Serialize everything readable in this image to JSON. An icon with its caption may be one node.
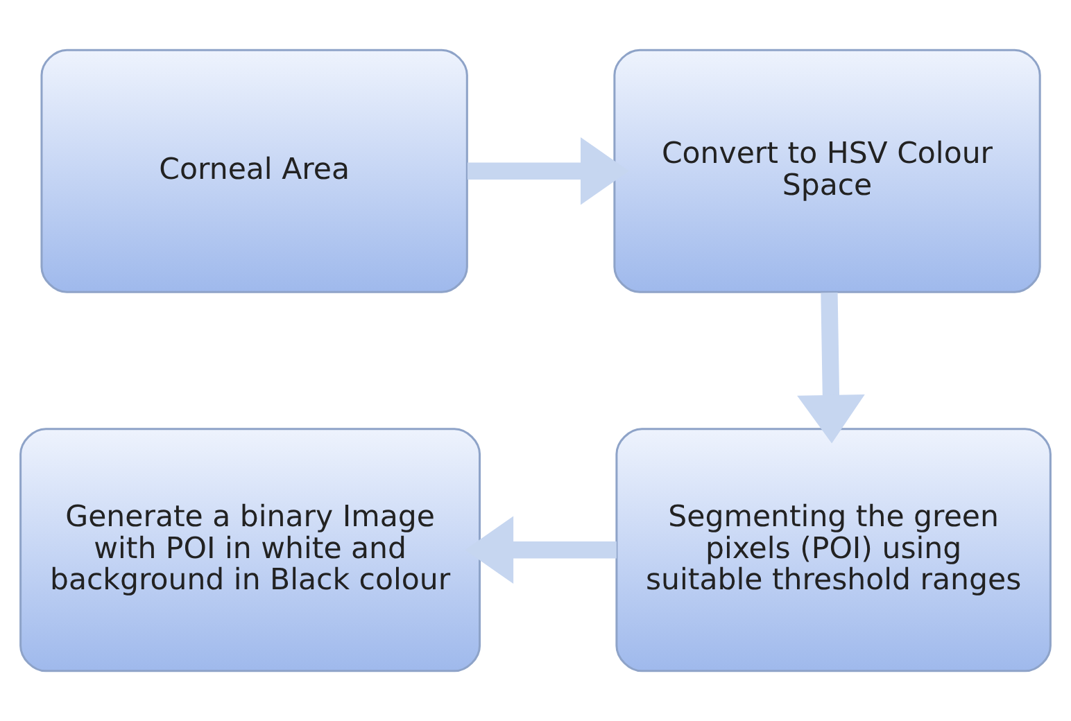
{
  "diagram": {
    "nodes": [
      {
        "text": [
          "Corneal Area"
        ]
      },
      {
        "text": [
          "Convert to HSV Colour Space"
        ]
      },
      {
        "text": [
          "Segmenting the green pixels (POI) using suitable threshold ranges"
        ]
      },
      {
        "text": [
          "Generate a binary Image with POI in white and background in Black colour"
        ]
      }
    ],
    "edges": [
      {
        "from": 0,
        "to": 1,
        "arrow": "to"
      },
      {
        "from": 1,
        "to": 2,
        "arrow": "to"
      },
      {
        "from": 2,
        "to": 3,
        "arrow": "to"
      }
    ]
  }
}
